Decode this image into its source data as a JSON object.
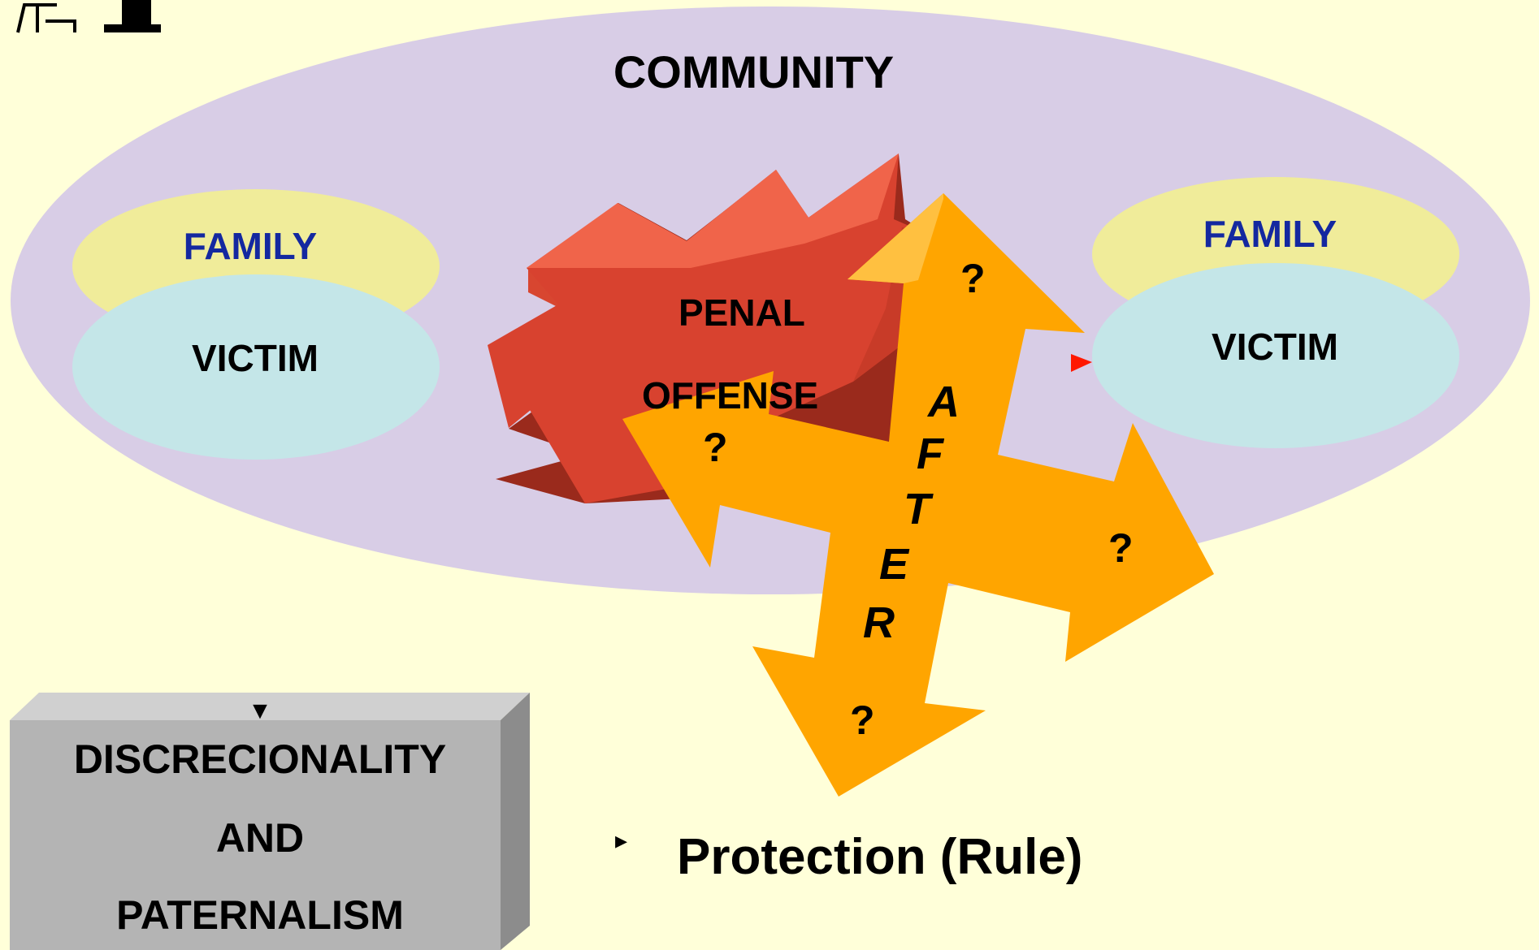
{
  "community": {
    "label": "COMMUNITY"
  },
  "left_group": {
    "family_label": "FAMILY",
    "victim_label": "VICTIM"
  },
  "right_group": {
    "family_label": "FAMILY",
    "victim_label": "VICTIM"
  },
  "offense": {
    "line1": "PENAL",
    "line2": "OFFENSE"
  },
  "cross_arrow": {
    "vertical_label_letters": [
      "A",
      "F",
      "T",
      "E",
      "R"
    ],
    "question_top": "?",
    "question_left": "?",
    "question_right": "?",
    "question_bottom": "?"
  },
  "box": {
    "marker": "▼",
    "line1": "DISCRECIONALITY",
    "line2": "AND",
    "line3": "PATERNALISM"
  },
  "bullet": {
    "marker": "▸",
    "text": "Protection (Rule)"
  },
  "colors": {
    "background": "#FFFFD9",
    "community": "#D8CDE6",
    "family": "#F0EC9A",
    "victim": "#C4E6E8",
    "family_text": "#1428A0",
    "offense": "#D2412F",
    "arrow": "#FFA500",
    "box": "#B4B4B4"
  }
}
